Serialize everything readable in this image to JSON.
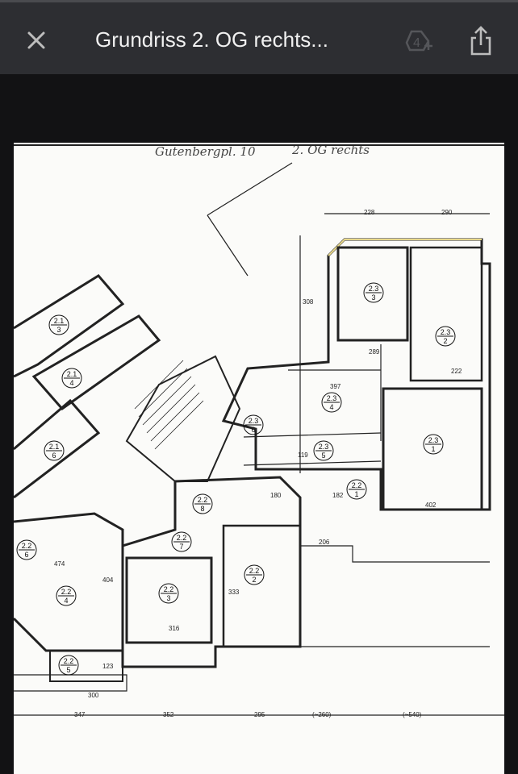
{
  "header": {
    "title": "Grundriss 2. OG rechts...",
    "close_icon": "close-icon",
    "add_people_icon": "add-people-icon",
    "share_icon": "share-icon",
    "background": "#2d2e32"
  },
  "document": {
    "handwriting": [
      "Gutenbergpl. 10",
      "2. OG rechts"
    ],
    "rooms": [
      {
        "unit": "2.1",
        "no": "3"
      },
      {
        "unit": "2.1",
        "no": "4"
      },
      {
        "unit": "2.1",
        "no": "6"
      },
      {
        "unit": "2.2",
        "no": "6"
      },
      {
        "unit": "2.2",
        "no": "4"
      },
      {
        "unit": "2.2",
        "no": "5"
      },
      {
        "unit": "2.2",
        "no": "3"
      },
      {
        "unit": "2.2",
        "no": "7"
      },
      {
        "unit": "2.2",
        "no": "8"
      },
      {
        "unit": "2.2",
        "no": "2"
      },
      {
        "unit": "2.2",
        "no": "1"
      },
      {
        "unit": "2.3",
        "no": "3"
      },
      {
        "unit": "2.3",
        "no": "2"
      },
      {
        "unit": "2.3",
        "no": "4"
      },
      {
        "unit": "2.3",
        "no": "5"
      },
      {
        "unit": "2.3",
        "no": "6"
      },
      {
        "unit": "2.3",
        "no": "1"
      }
    ],
    "dimensions": [
      "228",
      "290",
      "347",
      "352",
      "295",
      "(~260)",
      "(~540)",
      "300",
      "316",
      "333",
      "404",
      "474",
      "402",
      "206",
      "397",
      "289",
      "222",
      "308",
      "180",
      "182",
      "119",
      "123"
    ]
  }
}
